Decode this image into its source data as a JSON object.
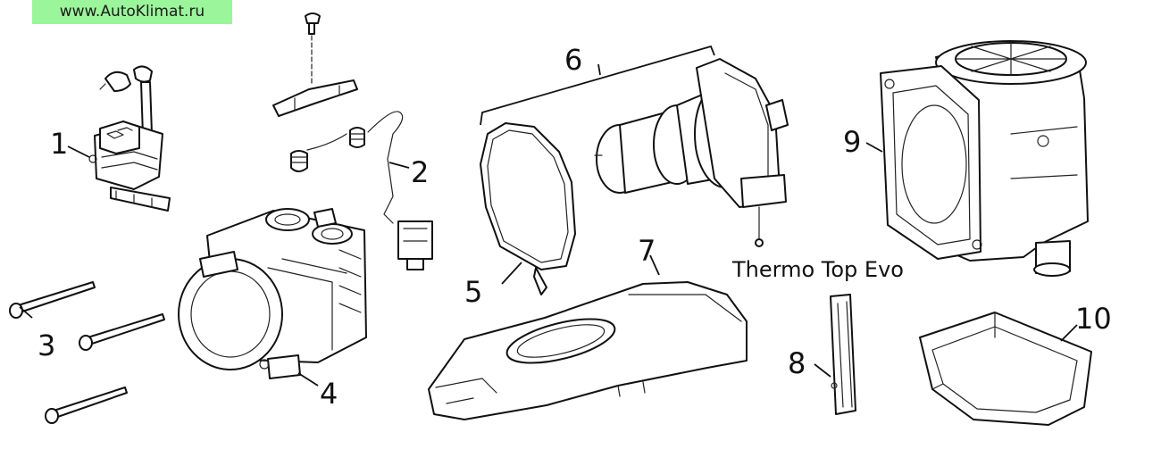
{
  "watermark": "www.AutoKlimat.ru",
  "model_label": "Thermo Top Evo",
  "callouts": [
    "1",
    "2",
    "3",
    "4",
    "5",
    "6",
    "7",
    "8",
    "9",
    "10"
  ]
}
